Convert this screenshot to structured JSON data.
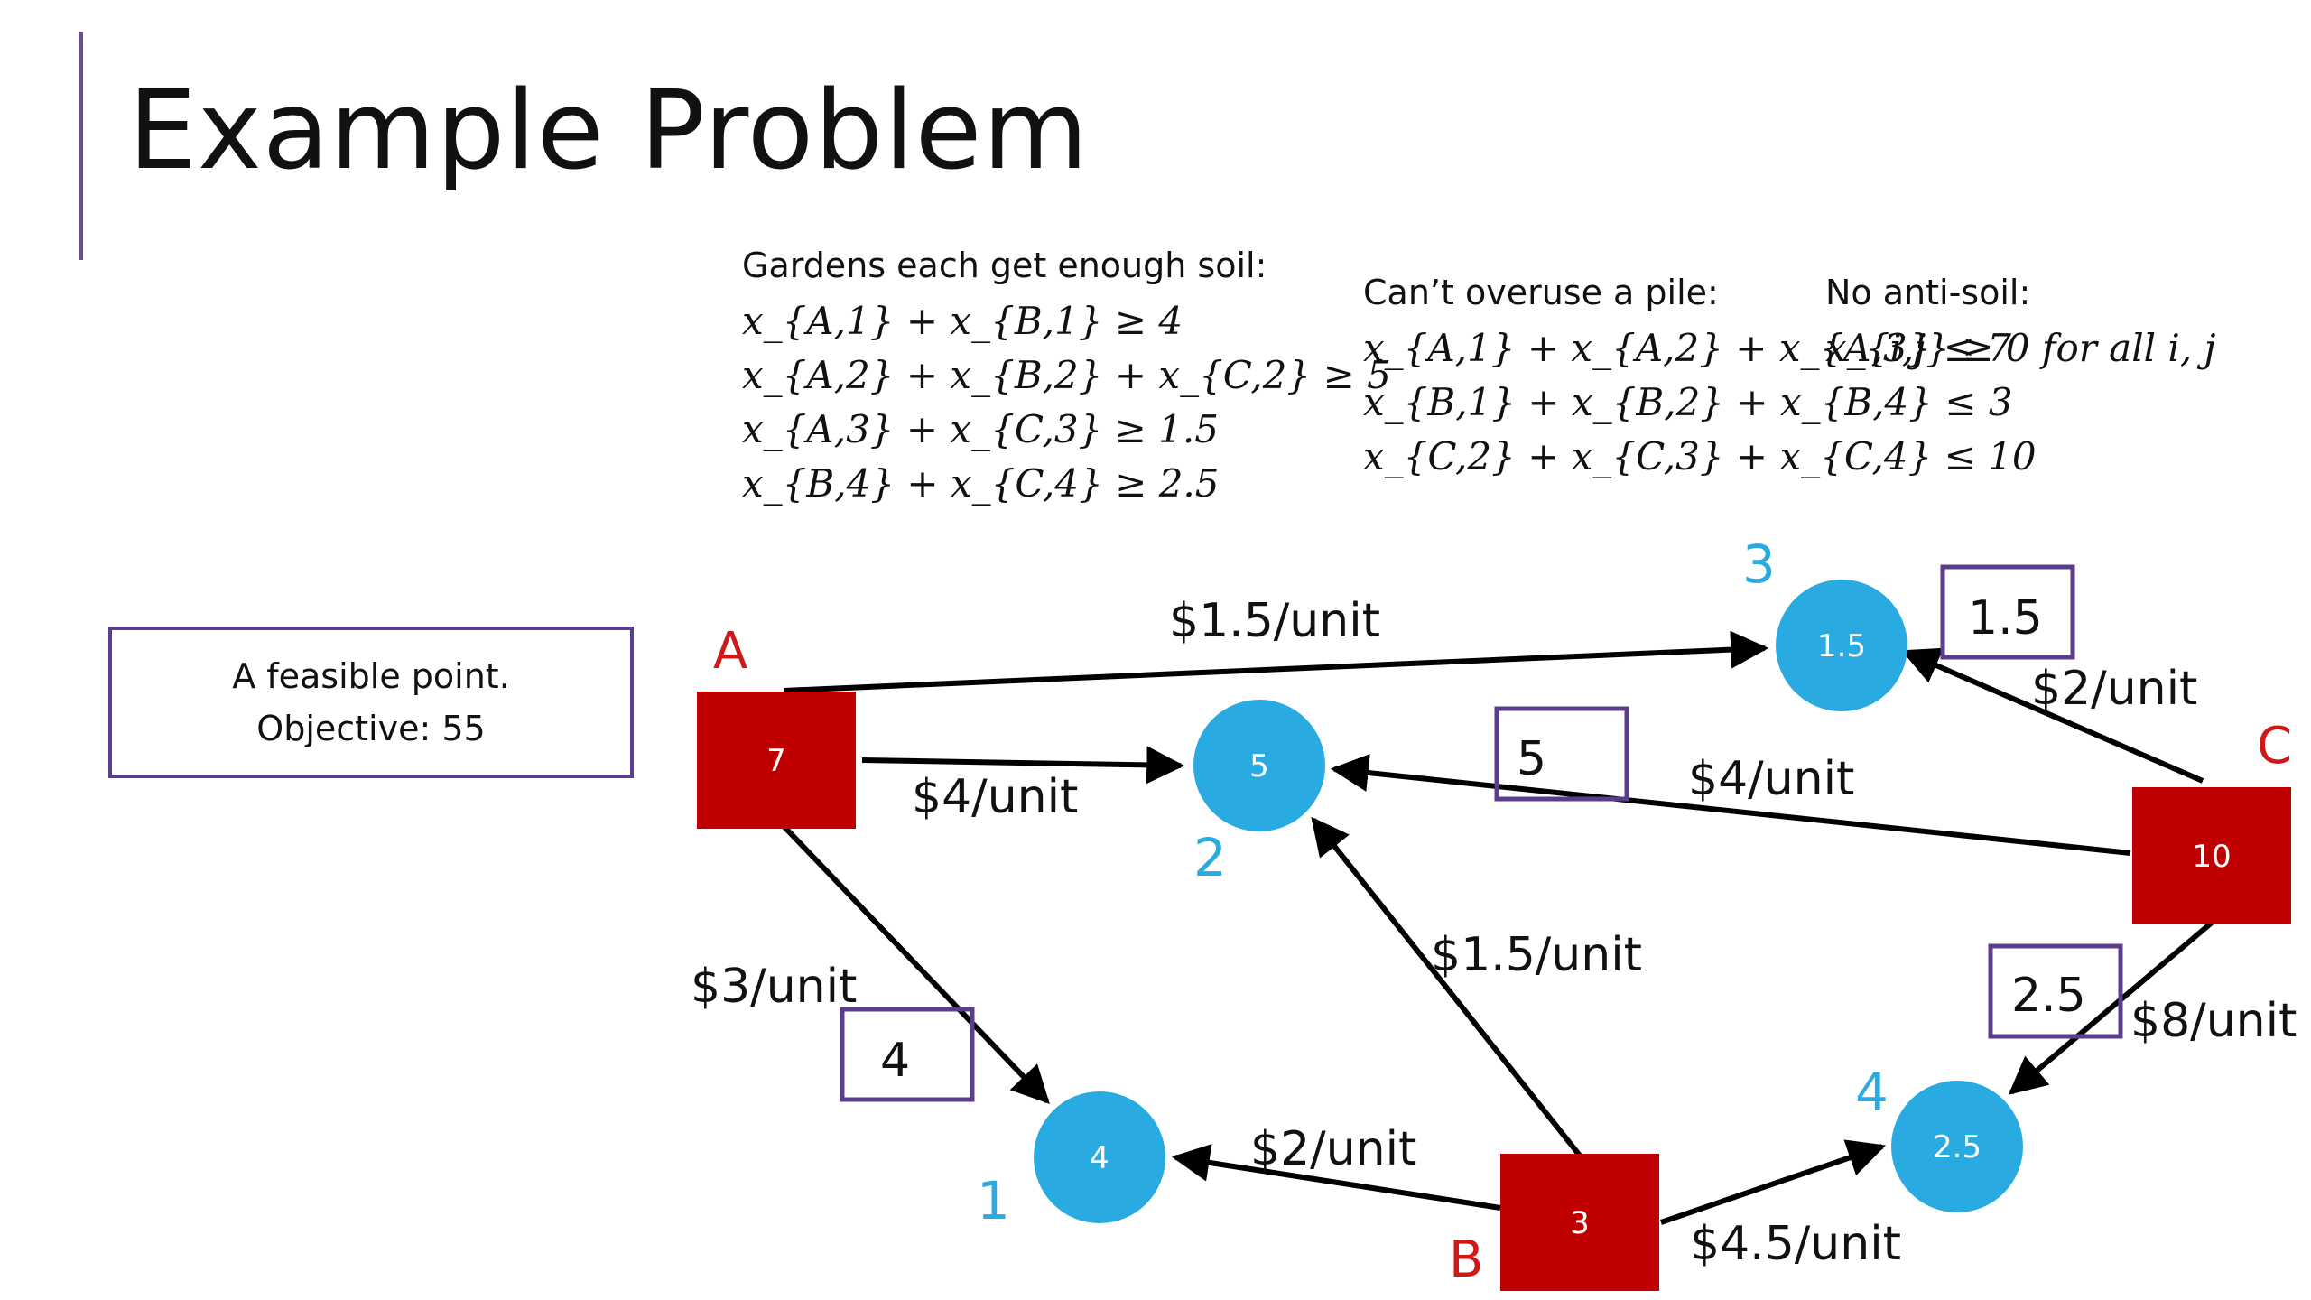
{
  "title": "Example Problem",
  "constraints": {
    "gardens": {
      "heading": "Gardens each get enough soil:",
      "lines": [
        "x_{A,1} + x_{B,1} ≥ 4",
        "x_{A,2} + x_{B,2} + x_{C,2} ≥ 5",
        "x_{A,3} + x_{C,3} ≥ 1.5",
        "x_{B,4} + x_{C,4} ≥ 2.5"
      ]
    },
    "piles": {
      "heading": "Can’t overuse a pile:",
      "lines": [
        "x_{A,1} + x_{A,2} + x_{A,3} ≤ 7",
        "x_{B,1} + x_{B,2} + x_{B,4} ≤ 3",
        "x_{C,2} + x_{C,3} + x_{C,4} ≤ 10"
      ]
    },
    "nonneg": {
      "heading": "No anti-soil:",
      "lines": [
        "x_{i,j} ≥ 0 for all i, j"
      ]
    }
  },
  "note": {
    "line1": "A feasible point.",
    "line2": "Objective: 55"
  },
  "colors": {
    "pile": "#c00000",
    "garden": "#29abe2",
    "box": "#5b3d8c",
    "edge": "#000000"
  },
  "piles": [
    {
      "id": "A",
      "value": "7"
    },
    {
      "id": "B",
      "value": "3"
    },
    {
      "id": "C",
      "value": "10"
    }
  ],
  "gardens": [
    {
      "id": "1",
      "value": "4"
    },
    {
      "id": "2",
      "value": "5"
    },
    {
      "id": "3",
      "value": "1.5"
    },
    {
      "id": "4",
      "value": "2.5"
    }
  ],
  "edges": [
    {
      "from": "A",
      "to": "3",
      "cost": "$1.5/unit"
    },
    {
      "from": "A",
      "to": "2",
      "cost": "$4/unit"
    },
    {
      "from": "A",
      "to": "1",
      "cost": "$3/unit",
      "flow": "4"
    },
    {
      "from": "C",
      "to": "3",
      "cost": "$2/unit",
      "flow": "1.5"
    },
    {
      "from": "C",
      "to": "2",
      "cost": "$4/unit",
      "flow": "5"
    },
    {
      "from": "C",
      "to": "4",
      "cost": "$8/unit",
      "flow": "2.5"
    },
    {
      "from": "B",
      "to": "2",
      "cost": "$1.5/unit"
    },
    {
      "from": "B",
      "to": "1",
      "cost": "$2/unit"
    },
    {
      "from": "B",
      "to": "4",
      "cost": "$4.5/unit"
    }
  ]
}
